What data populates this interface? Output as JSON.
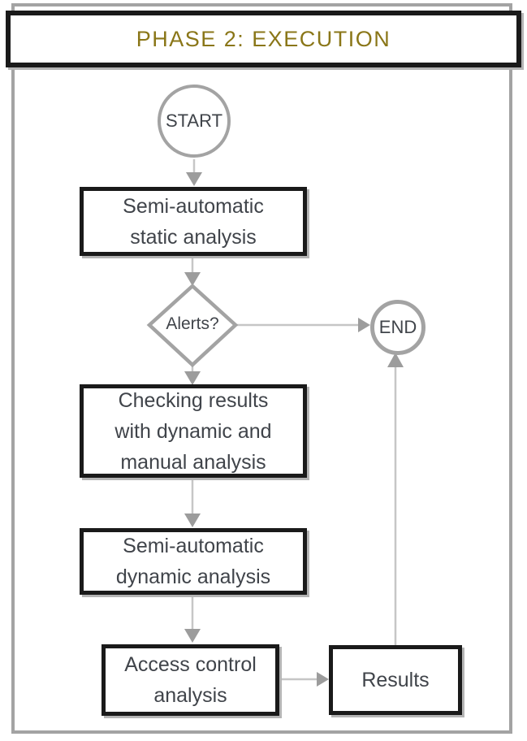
{
  "title": "PHASE 2: EXECUTION",
  "colors": {
    "accent-gold": "#8a7618",
    "box-border": "#1a1a1a",
    "shape-gray": "#a3a3a3",
    "line-gray": "#c6c6c6",
    "arrow-gray": "#9c9c9c",
    "text-dark": "#40444a",
    "shadow-gray": "#b4b4b4"
  },
  "nodes": {
    "start": {
      "type": "terminator",
      "label": "START"
    },
    "step1": {
      "type": "process",
      "label": "Semi-automatic static analysis",
      "lines": [
        "Semi-automatic",
        "static analysis"
      ]
    },
    "decision": {
      "type": "decision",
      "label": "Alerts?"
    },
    "end": {
      "type": "terminator",
      "label": "END"
    },
    "step2": {
      "type": "process",
      "label": "Checking results with dynamic and manual analysis",
      "lines": [
        "Checking results",
        "with dynamic and",
        "manual analysis"
      ]
    },
    "step3": {
      "type": "process",
      "label": "Semi-automatic dynamic analysis",
      "lines": [
        "Semi-automatic",
        "dynamic analysis"
      ]
    },
    "step4": {
      "type": "process",
      "label": "Access control analysis",
      "lines": [
        "Access control",
        "analysis"
      ]
    },
    "results": {
      "type": "process",
      "label": "Results",
      "lines": [
        "Results"
      ]
    }
  },
  "edges": [
    {
      "from": "start",
      "to": "step1"
    },
    {
      "from": "step1",
      "to": "decision"
    },
    {
      "from": "decision",
      "to": "end"
    },
    {
      "from": "decision",
      "to": "step2"
    },
    {
      "from": "step2",
      "to": "step3"
    },
    {
      "from": "step3",
      "to": "step4"
    },
    {
      "from": "step4",
      "to": "results"
    },
    {
      "from": "results",
      "to": "end"
    }
  ]
}
